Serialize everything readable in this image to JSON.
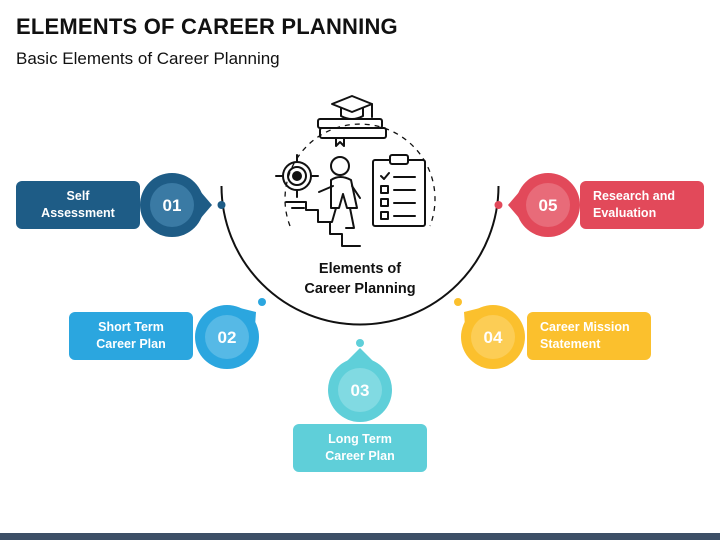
{
  "header": {
    "title": "ELEMENTS OF CAREER PLANNING",
    "subtitle": "Basic Elements of Career Planning"
  },
  "center": {
    "line1": "Elements of",
    "line2": "Career Planning",
    "icon": "career-planning-illustration"
  },
  "steps": [
    {
      "number": "01",
      "line1": "Self",
      "line2": "Assessment",
      "color": "#1e5c86"
    },
    {
      "number": "02",
      "line1": "Short Term",
      "line2": "Career Plan",
      "color": "#2ba6df"
    },
    {
      "number": "03",
      "line1": "Long Term",
      "line2": "Career Plan",
      "color": "#5fcfd9"
    },
    {
      "number": "04",
      "line1": "Career Mission",
      "line2": "Statement",
      "color": "#fbc02d"
    },
    {
      "number": "05",
      "line1": "Research and",
      "line2": "Evaluation",
      "color": "#e2495a"
    }
  ],
  "colors": {
    "footer_bar": "#3c4f66",
    "arc": "#111111"
  }
}
